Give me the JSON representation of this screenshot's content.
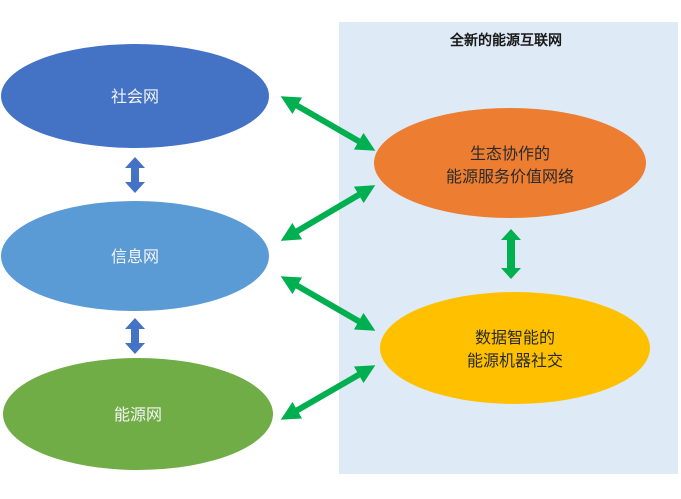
{
  "panel": {
    "title": "全新的能源互联网",
    "background": "#deeaf6"
  },
  "left_nodes": [
    {
      "id": "social",
      "label": "社会网",
      "color": "#4472c4"
    },
    {
      "id": "info",
      "label": "信息网",
      "color": "#5b9bd5"
    },
    {
      "id": "energy",
      "label": "能源网",
      "color": "#70ad47"
    }
  ],
  "right_nodes": [
    {
      "id": "service",
      "lines": [
        "生态协作的",
        "能源服务价值网络"
      ],
      "color": "#ed7d31"
    },
    {
      "id": "machine",
      "lines": [
        "数据智能的",
        "能源机器社交"
      ],
      "color": "#ffc000"
    }
  ],
  "connectors": {
    "vertical_color": "#4472c4",
    "link_color": "#00b050",
    "edges": [
      {
        "from": "social",
        "to": "info"
      },
      {
        "from": "info",
        "to": "energy"
      },
      {
        "from": "service",
        "to": "machine"
      },
      {
        "from": "social",
        "to": "service"
      },
      {
        "from": "info",
        "to": "service"
      },
      {
        "from": "info",
        "to": "machine"
      },
      {
        "from": "energy",
        "to": "machine"
      }
    ]
  }
}
